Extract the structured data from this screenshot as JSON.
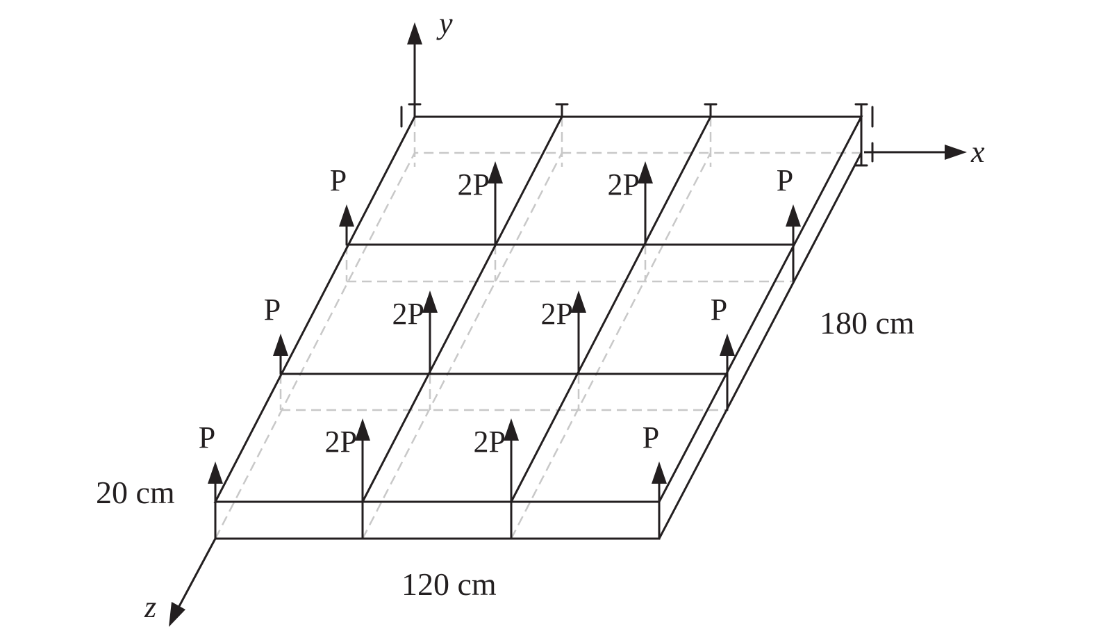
{
  "axes": {
    "x": "x",
    "y": "y",
    "z": "z"
  },
  "dimensions": {
    "width": "120 cm",
    "length": "180 cm",
    "thickness": "20 cm"
  },
  "loads": {
    "rows": [
      [
        "P",
        "2P",
        "2P",
        "P"
      ],
      [
        "P",
        "2P",
        "2P",
        "P"
      ],
      [
        "P",
        "2P",
        "2P",
        "P"
      ]
    ]
  },
  "colors": {
    "line": "#231f20",
    "hidden": "#c8c8c8"
  }
}
